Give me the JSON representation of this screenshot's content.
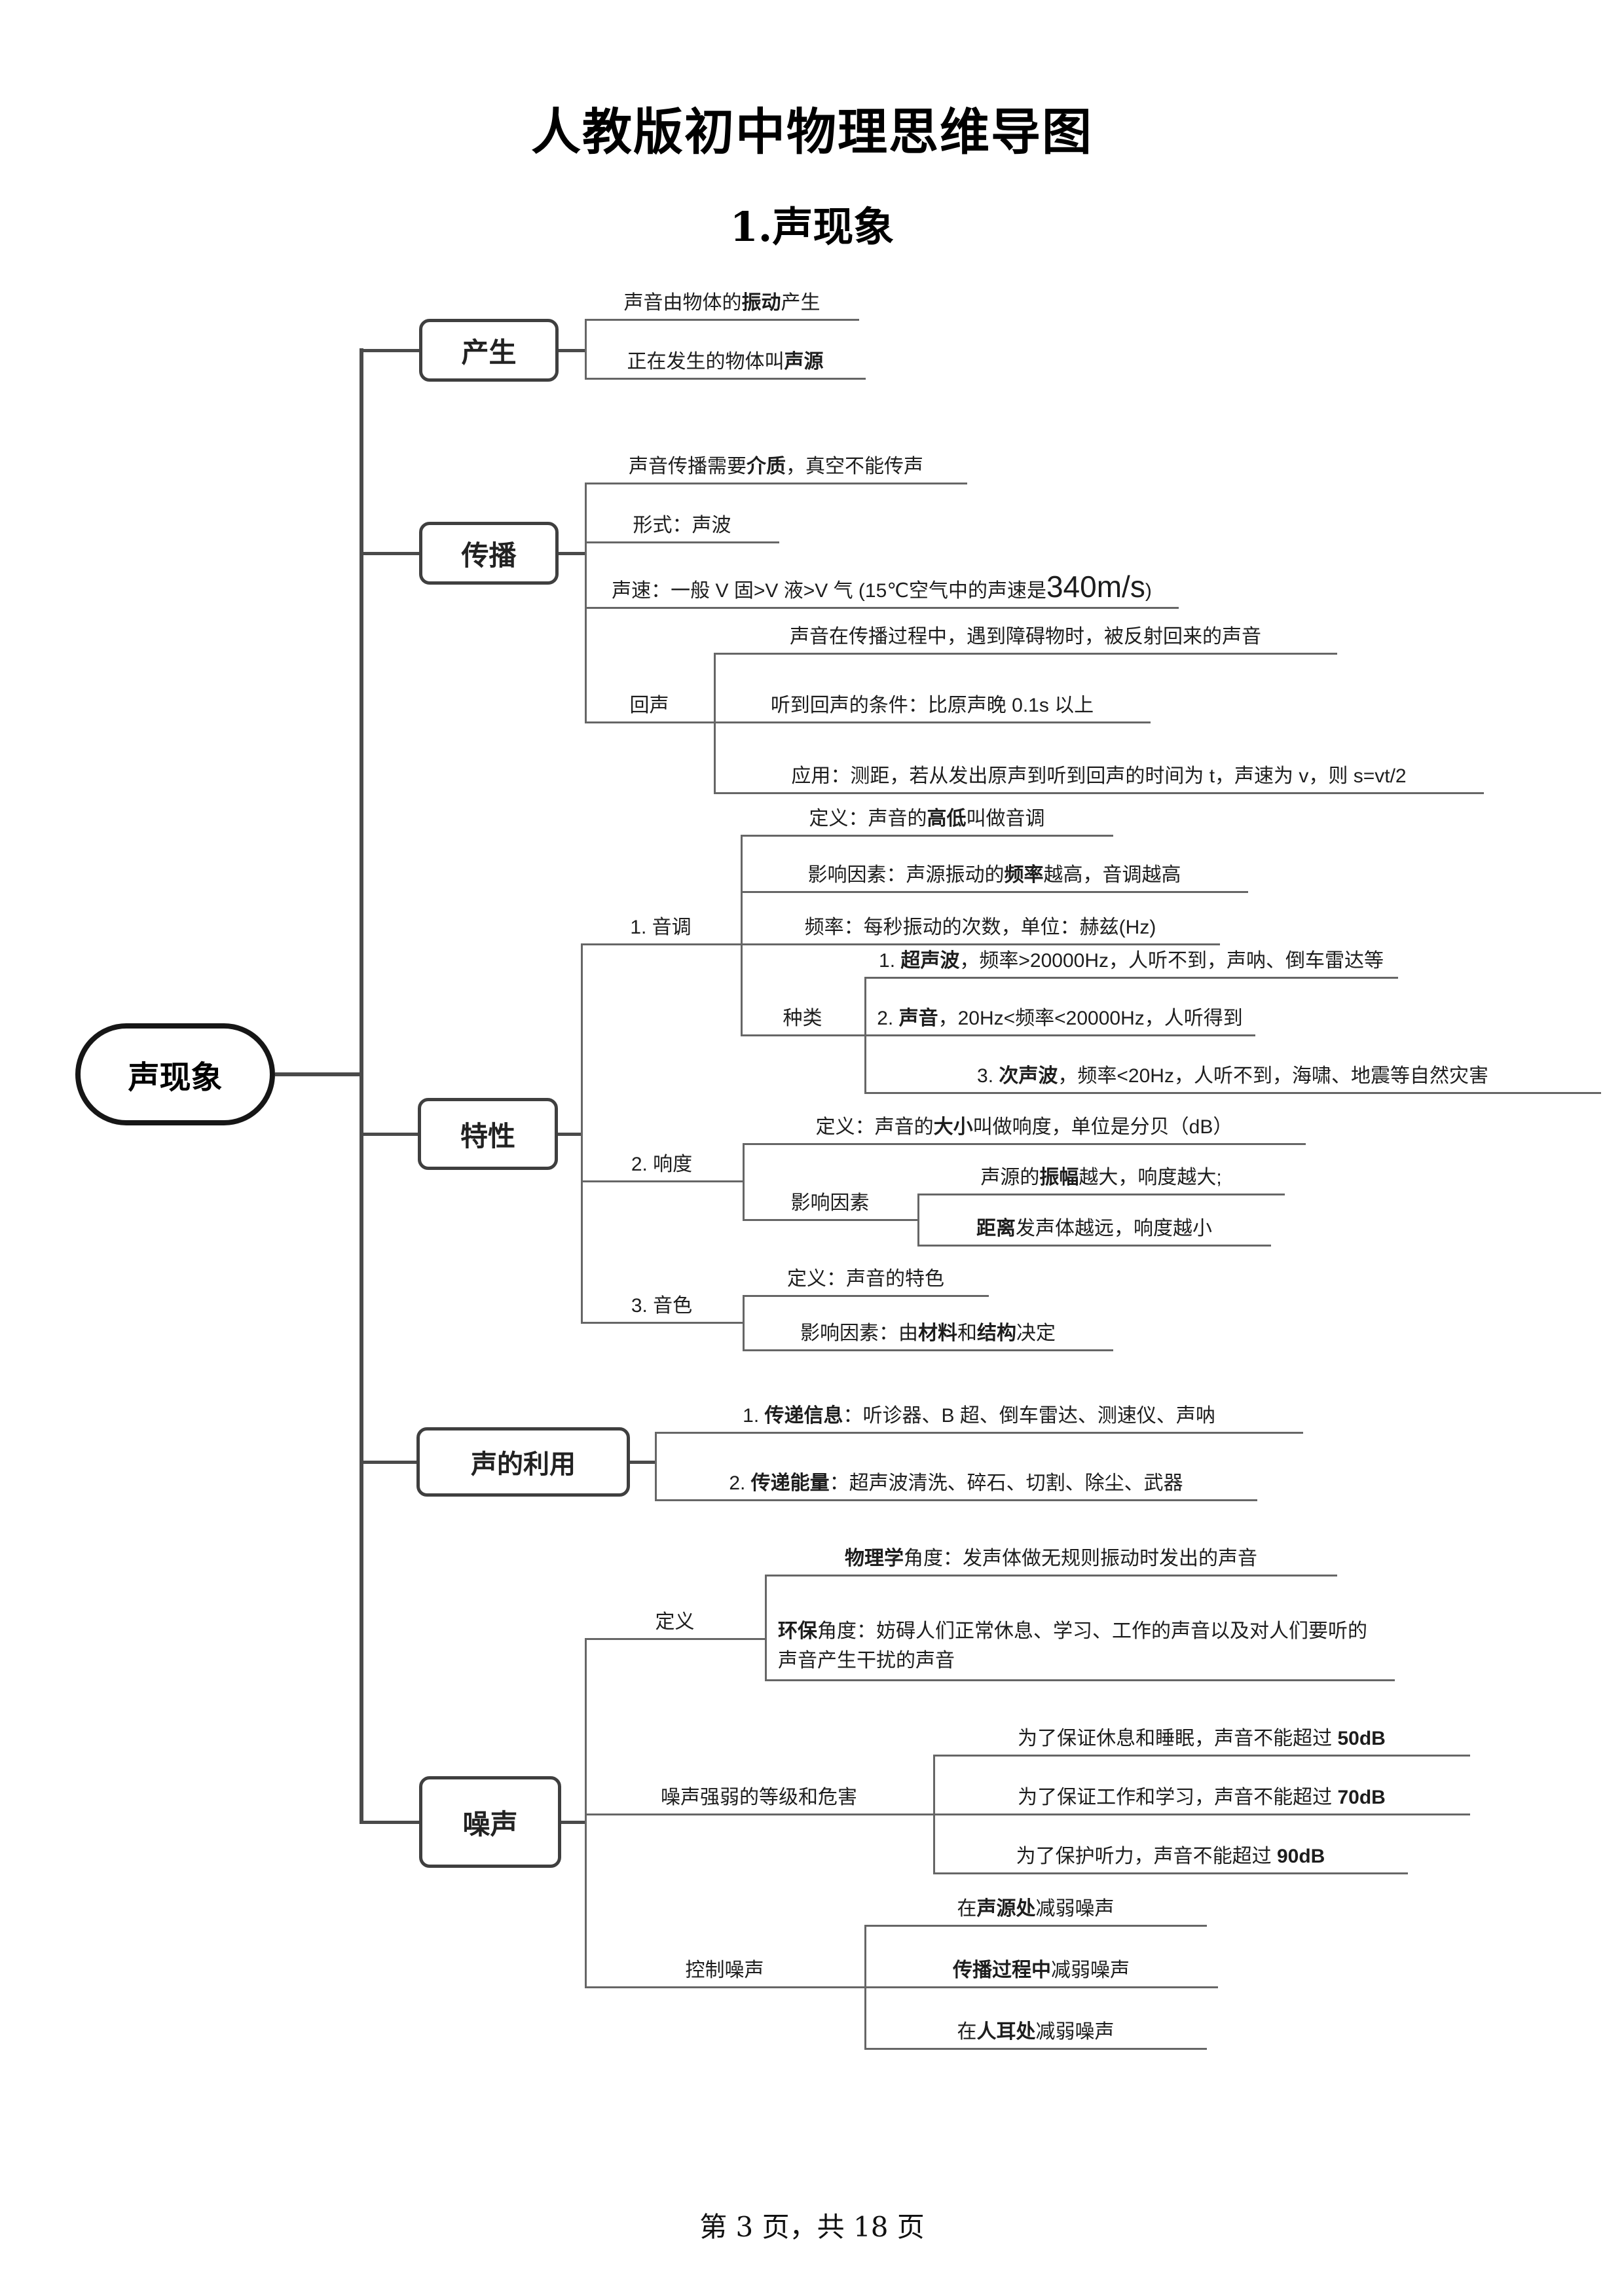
{
  "colors": {
    "line": "#4a4a4a",
    "underline": "#666666",
    "box_border": "#3f3f3f",
    "root_border": "#161616",
    "text": "#1d1d1d",
    "background": "#ffffff"
  },
  "page": {
    "title": "人教版初中物理思维导图",
    "subtitle": "1.声现象",
    "footer": "第 3 页，共 18 页"
  },
  "mindmap": {
    "root_label": "声现象",
    "branches": [
      {
        "label": "产生",
        "children": [
          {
            "rich": [
              {
                "t": "声音由物体的"
              },
              {
                "t": "振动",
                "b": true
              },
              {
                "t": "产生"
              }
            ]
          },
          {
            "rich": [
              {
                "t": "正在发生的物体叫"
              },
              {
                "t": "声源",
                "b": true
              }
            ]
          }
        ]
      },
      {
        "label": "传播",
        "children": [
          {
            "rich": [
              {
                "t": "声音传播需要"
              },
              {
                "t": "介质",
                "b": true
              },
              {
                "t": "，真空不能传声"
              }
            ]
          },
          {
            "rich": [
              {
                "t": "形式：声波"
              }
            ]
          },
          {
            "rich": [
              {
                "t": "声速：一般 V 固>V 液>V 气 (15℃空气中的声速是"
              },
              {
                "t": "340m/s",
                "big": true
              },
              {
                "t": ")"
              }
            ]
          },
          {
            "label": "回声",
            "children": [
              {
                "rich": [
                  {
                    "t": "声音在传播过程中，遇到障碍物时，被反射回来的声音"
                  }
                ]
              },
              {
                "rich": [
                  {
                    "t": "听到回声的条件：比原声晚 0.1s 以上"
                  }
                ]
              },
              {
                "rich": [
                  {
                    "t": "应用：测距，若从发出原声到听到回声的时间为 t，声速为 v，则 s=vt/2"
                  }
                ]
              }
            ]
          }
        ]
      },
      {
        "label": "特性",
        "children": [
          {
            "label": "1. 音调",
            "children": [
              {
                "rich": [
                  {
                    "t": "定义：声音的"
                  },
                  {
                    "t": "高低",
                    "b": true
                  },
                  {
                    "t": "叫做音调"
                  }
                ]
              },
              {
                "rich": [
                  {
                    "t": "影响因素：声源振动的"
                  },
                  {
                    "t": "频率",
                    "b": true
                  },
                  {
                    "t": "越高，音调越高"
                  }
                ]
              },
              {
                "rich": [
                  {
                    "t": "频率：每秒振动的次数，单位：赫兹(Hz)"
                  }
                ]
              },
              {
                "label": "种类",
                "children": [
                  {
                    "rich": [
                      {
                        "t": "1. "
                      },
                      {
                        "t": "超声波",
                        "b": true
                      },
                      {
                        "t": "，频率>20000Hz，人听不到，声呐、倒车雷达等"
                      }
                    ]
                  },
                  {
                    "rich": [
                      {
                        "t": "2. "
                      },
                      {
                        "t": "声音",
                        "b": true
                      },
                      {
                        "t": "，20Hz<频率<20000Hz，人听得到"
                      }
                    ]
                  },
                  {
                    "rich": [
                      {
                        "t": "3. "
                      },
                      {
                        "t": "次声波",
                        "b": true
                      },
                      {
                        "t": "，频率<20Hz，人听不到，海啸、地震等自然灾害"
                      }
                    ]
                  }
                ]
              }
            ]
          },
          {
            "label": "2. 响度",
            "children": [
              {
                "rich": [
                  {
                    "t": "定义：声音的"
                  },
                  {
                    "t": "大小",
                    "b": true
                  },
                  {
                    "t": "叫做响度，单位是分贝（dB）"
                  }
                ]
              },
              {
                "label": "影响因素",
                "children": [
                  {
                    "rich": [
                      {
                        "t": "声源的"
                      },
                      {
                        "t": "振幅",
                        "b": true
                      },
                      {
                        "t": "越大，响度越大;"
                      }
                    ]
                  },
                  {
                    "rich": [
                      {
                        "t": "距离",
                        "b": true
                      },
                      {
                        "t": "发声体越远，响度越小"
                      }
                    ]
                  }
                ]
              }
            ]
          },
          {
            "label": "3. 音色",
            "children": [
              {
                "rich": [
                  {
                    "t": "定义：声音的特色"
                  }
                ]
              },
              {
                "rich": [
                  {
                    "t": "影响因素：由"
                  },
                  {
                    "t": "材料",
                    "b": true
                  },
                  {
                    "t": "和"
                  },
                  {
                    "t": "结构",
                    "b": true
                  },
                  {
                    "t": "决定"
                  }
                ]
              }
            ]
          }
        ]
      },
      {
        "label": "声的利用",
        "children": [
          {
            "rich": [
              {
                "t": "1. "
              },
              {
                "t": "传递信息",
                "b": true
              },
              {
                "t": "：听诊器、B 超、倒车雷达、测速仪、声呐"
              }
            ]
          },
          {
            "rich": [
              {
                "t": "2. "
              },
              {
                "t": "传递能量",
                "b": true
              },
              {
                "t": "：超声波清洗、碎石、切割、除尘、武器"
              }
            ]
          }
        ]
      },
      {
        "label": "噪声",
        "children": [
          {
            "label": "定义",
            "children": [
              {
                "rich": [
                  {
                    "t": "物理学",
                    "b": true
                  },
                  {
                    "t": "角度：发声体做无规则振动时发出的声音"
                  }
                ]
              },
              {
                "rich": [
                  {
                    "t": "环保",
                    "b": true
                  },
                  {
                    "t": "角度：妨碍人们正常休息、学习、工作的声音以及对人们要听的声音产生干扰的声音"
                  }
                ]
              }
            ]
          },
          {
            "label": "噪声强弱的等级和危害",
            "children": [
              {
                "rich": [
                  {
                    "t": "为了保证休息和睡眠，声音不能超过 "
                  },
                  {
                    "t": "50dB",
                    "b": true
                  }
                ]
              },
              {
                "rich": [
                  {
                    "t": "为了保证工作和学习，声音不能超过 "
                  },
                  {
                    "t": "70dB",
                    "b": true
                  }
                ]
              },
              {
                "rich": [
                  {
                    "t": "为了保护听力，声音不能超过 "
                  },
                  {
                    "t": "90dB",
                    "b": true
                  }
                ]
              }
            ]
          },
          {
            "label": "控制噪声",
            "children": [
              {
                "rich": [
                  {
                    "t": "在"
                  },
                  {
                    "t": "声源处",
                    "b": true
                  },
                  {
                    "t": "减弱噪声"
                  }
                ]
              },
              {
                "rich": [
                  {
                    "t": "传播过程中",
                    "b": true
                  },
                  {
                    "t": "减弱噪声"
                  }
                ]
              },
              {
                "rich": [
                  {
                    "t": "在"
                  },
                  {
                    "t": "人耳处",
                    "b": true
                  },
                  {
                    "t": "减弱噪声"
                  }
                ]
              }
            ]
          }
        ]
      }
    ]
  }
}
